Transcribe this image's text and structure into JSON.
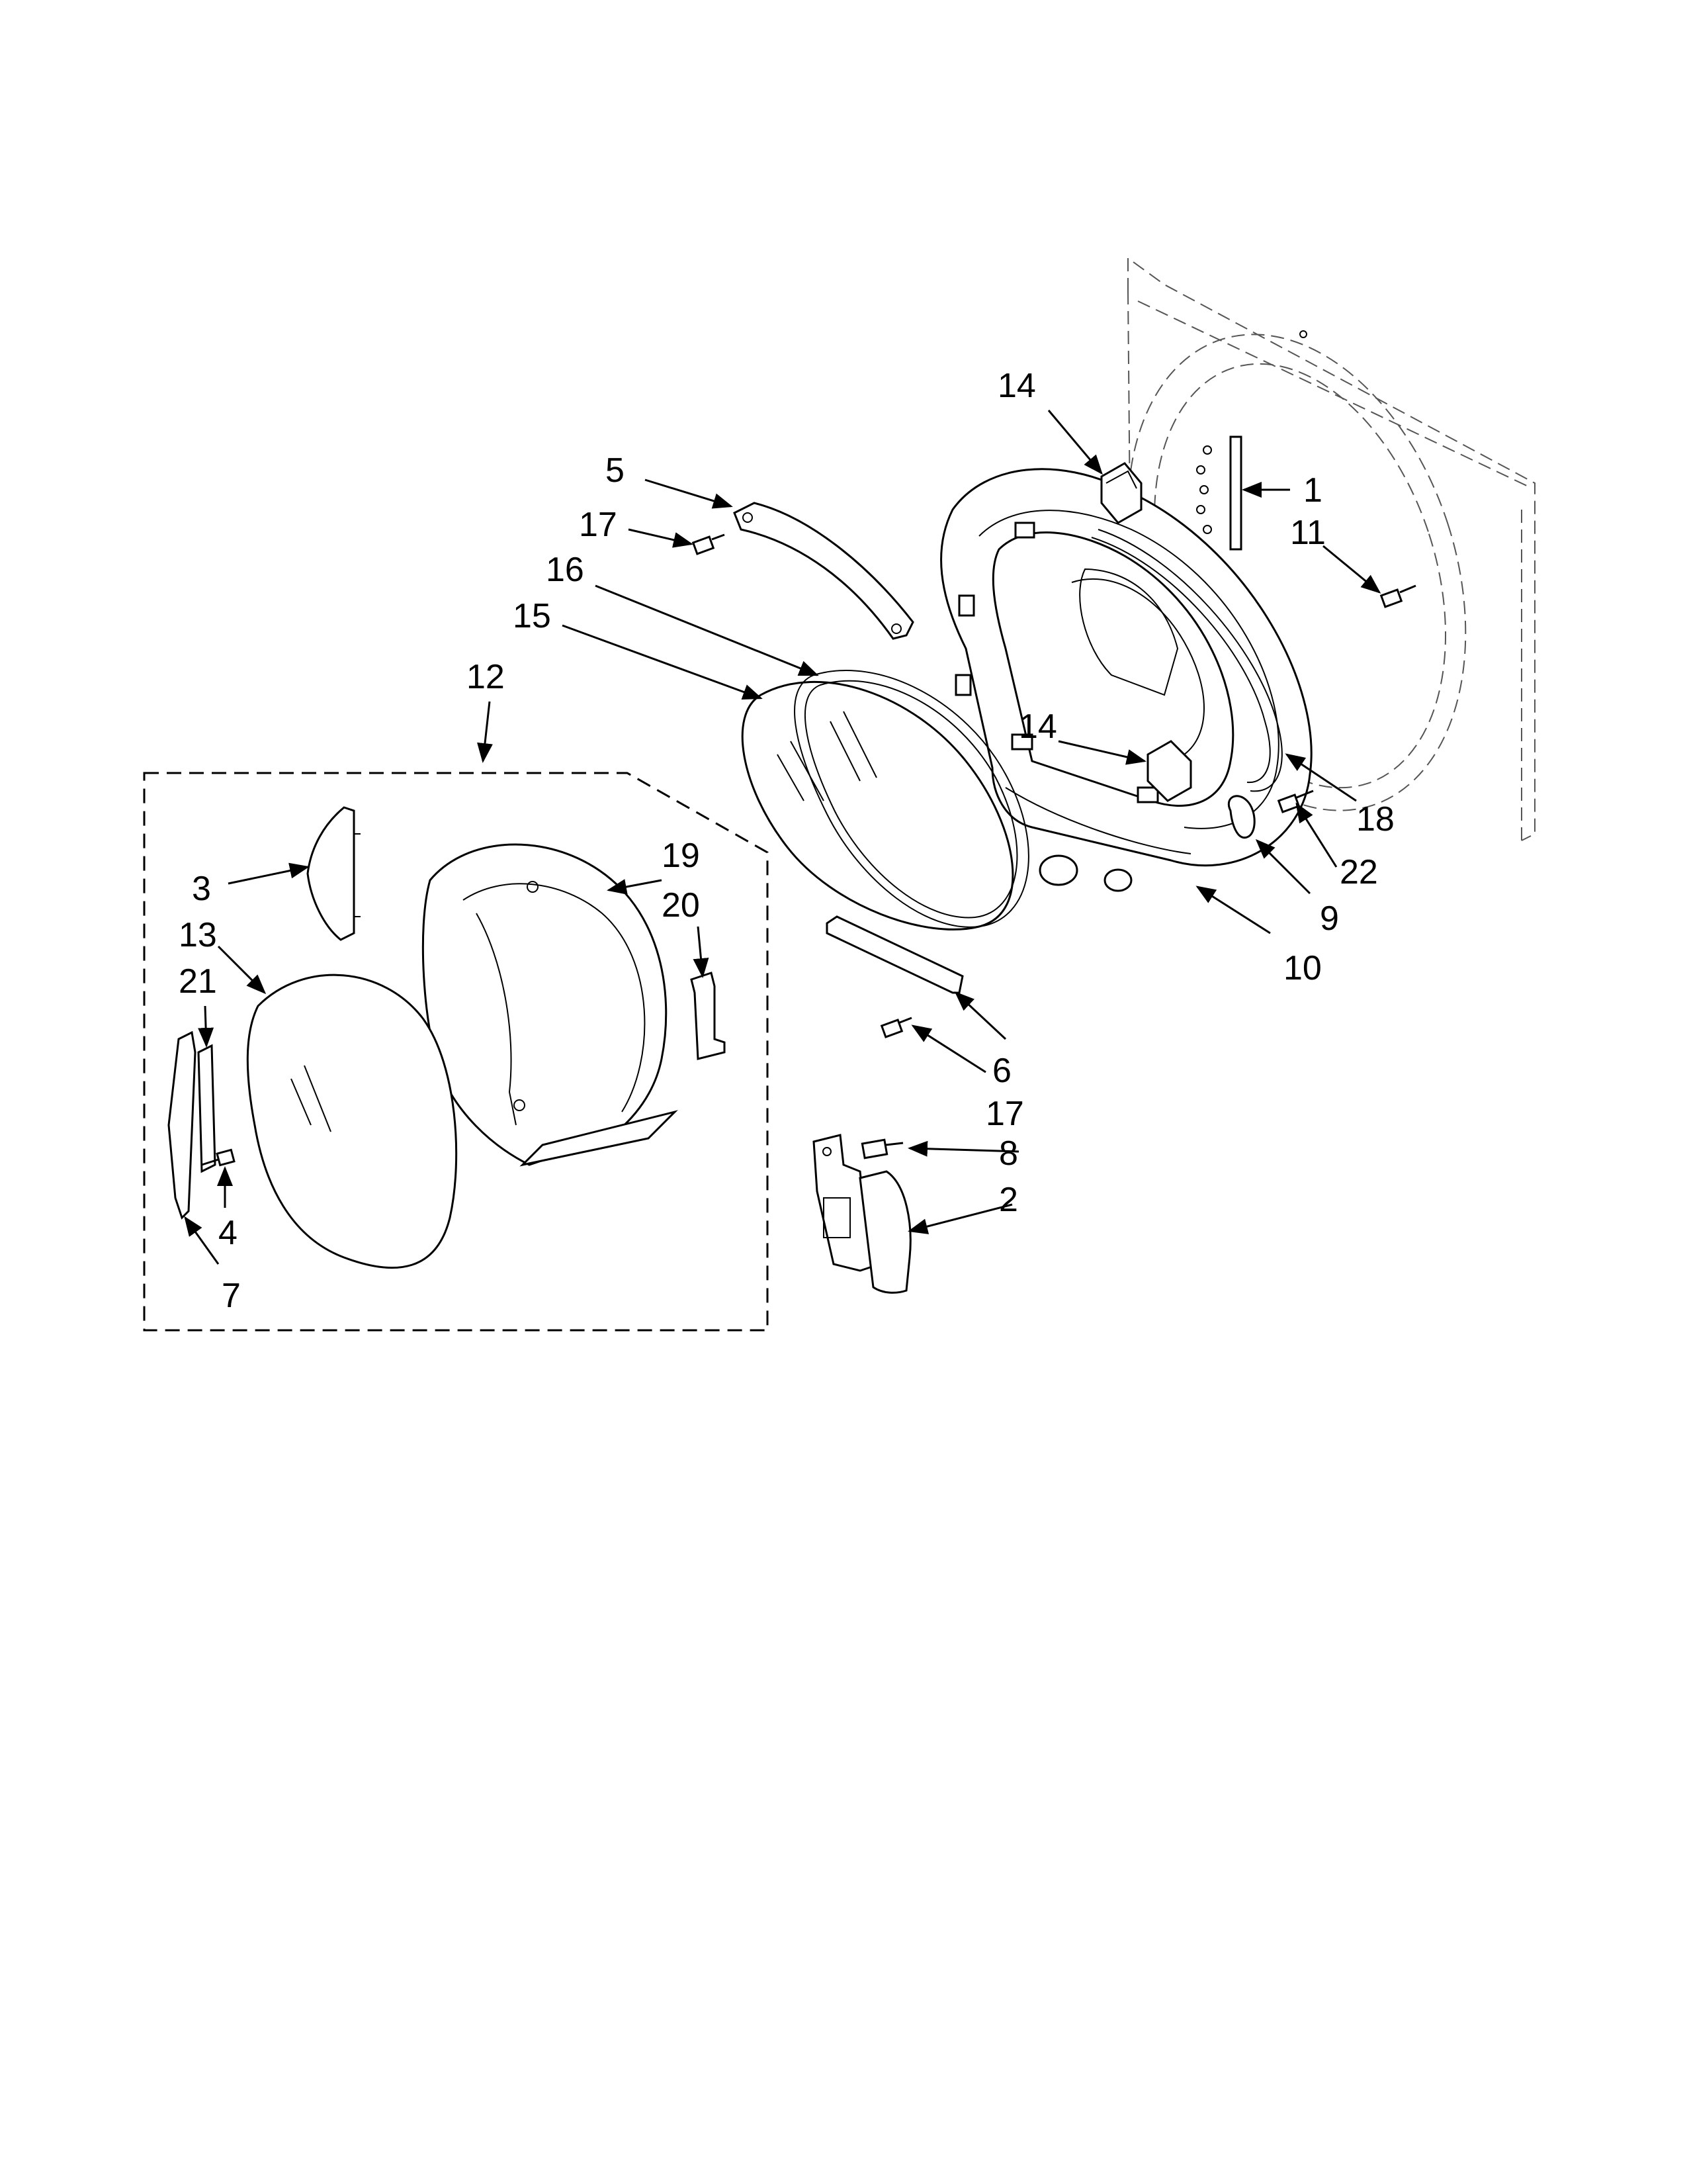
{
  "labels": {
    "l1": "1",
    "l2": "2",
    "l3": "3",
    "l4": "4",
    "l5": "5",
    "l6": "6",
    "l7": "7",
    "l8": "8",
    "l9": "9",
    "l10": "10",
    "l11": "11",
    "l12": "12",
    "l13": "13",
    "l14a": "14",
    "l14b": "14",
    "l15": "15",
    "l16": "16",
    "l17a": "17",
    "l17b": "17",
    "l18": "18",
    "l19": "19",
    "l20": "20",
    "l21": "21",
    "l22": "22"
  }
}
